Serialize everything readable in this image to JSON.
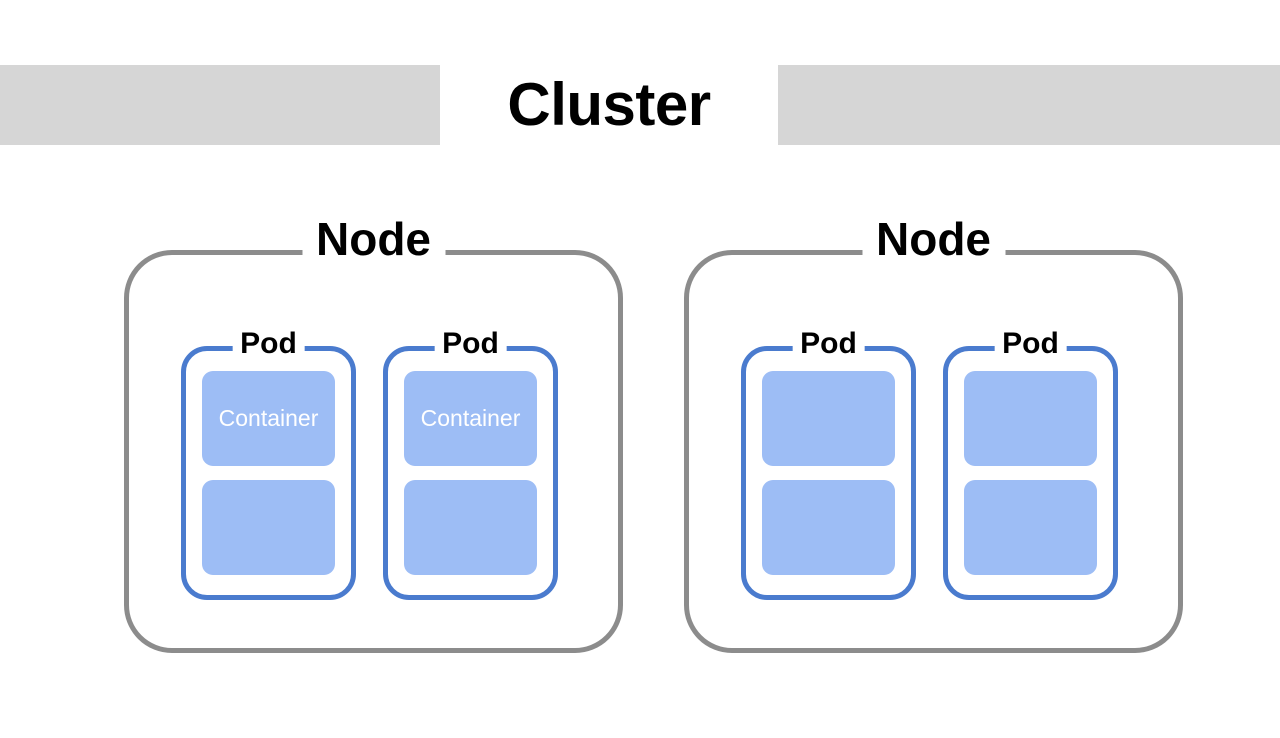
{
  "cluster": {
    "title": "Cluster",
    "bar_color": "#d6d6d6",
    "title_color": "#000000"
  },
  "colors": {
    "node_border": "#8c8c8c",
    "pod_border": "#4a7bce",
    "container_fill": "#9dbdf5",
    "container_text": "#ffffff",
    "background": "#ffffff"
  },
  "nodes": [
    {
      "label": "Node",
      "pods": [
        {
          "label": "Pod",
          "containers": [
            {
              "label": "Container"
            },
            {
              "label": ""
            }
          ]
        },
        {
          "label": "Pod",
          "containers": [
            {
              "label": "Container"
            },
            {
              "label": ""
            }
          ]
        }
      ]
    },
    {
      "label": "Node",
      "pods": [
        {
          "label": "Pod",
          "containers": [
            {
              "label": ""
            },
            {
              "label": ""
            }
          ]
        },
        {
          "label": "Pod",
          "containers": [
            {
              "label": ""
            },
            {
              "label": ""
            }
          ]
        }
      ]
    }
  ]
}
